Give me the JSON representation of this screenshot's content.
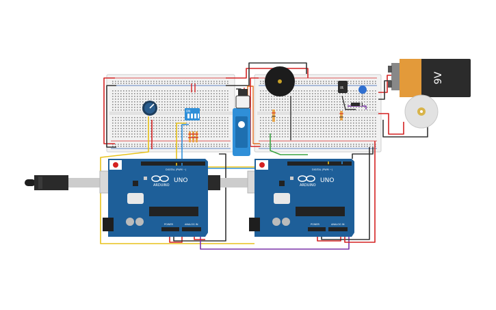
{
  "arduino_left": {
    "logo_text": "ARDUINO",
    "model": "UNO",
    "header_digital": "DIGITAL (PWM ~)",
    "header_power": "POWER",
    "header_analog": "ANALOG IN"
  },
  "arduino_right": {
    "logo_text": "ARDUINO",
    "model": "UNO",
    "header_digital": "DIGITAL (PWM ~)",
    "header_power": "POWER",
    "header_analog": "ANALOG IN"
  },
  "battery": {
    "label": "9V"
  },
  "dip_switch": {
    "label": "ON"
  },
  "sensor": {
    "label": "IR"
  },
  "colors": {
    "red": "#d42121",
    "black": "#333333",
    "yellow": "#e8c21a",
    "blue": "#2f8fd8",
    "green": "#3aa341",
    "purple": "#7a32a8",
    "board": "#1e5f99",
    "breadboard": "#f2f2f2",
    "battery_body": "#2b2b2b",
    "battery_label": "#e39a3a"
  }
}
